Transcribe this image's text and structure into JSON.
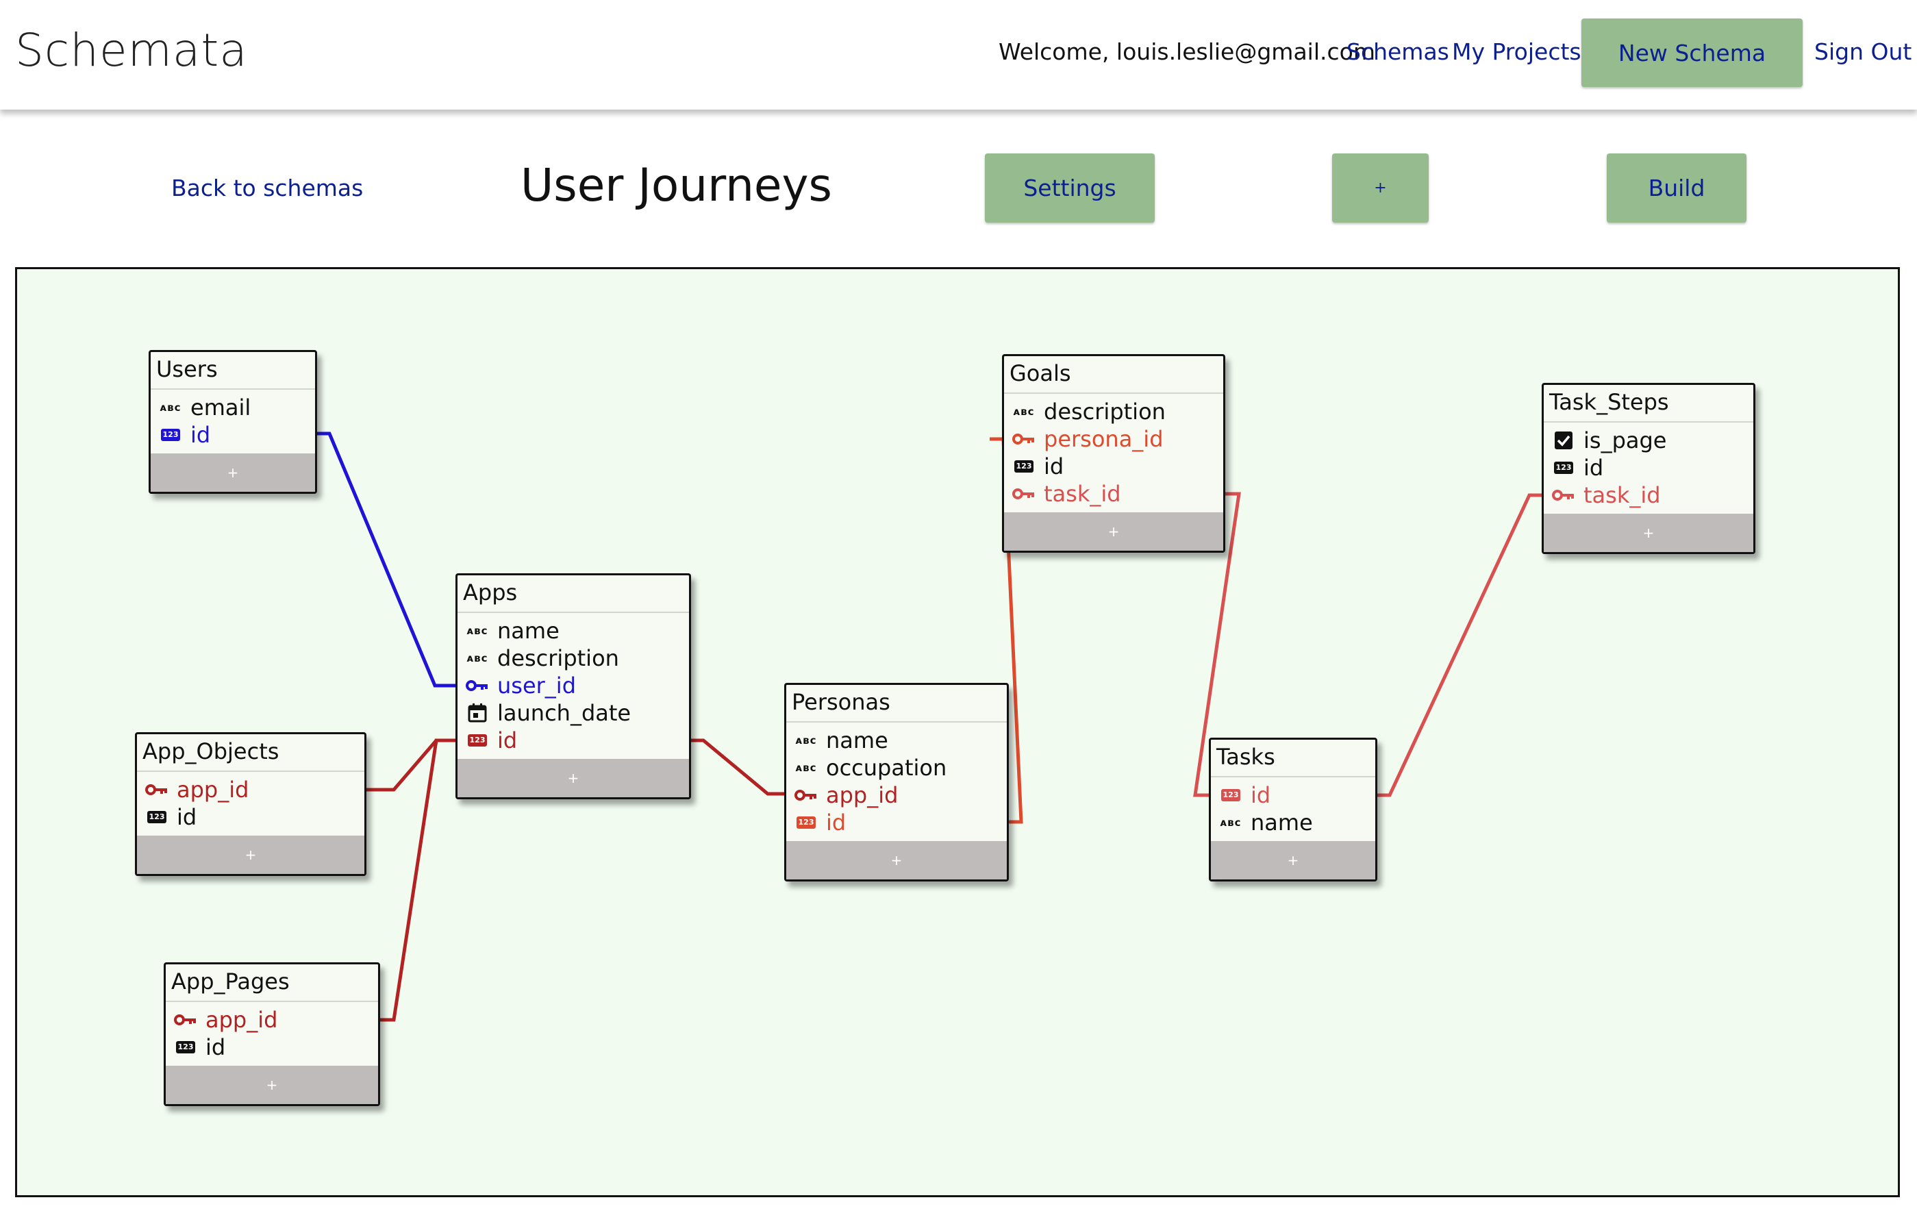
{
  "header": {
    "brand": "Schemata",
    "welcome": "Welcome, louis.leslie@gmail.com",
    "nav_schemas": "Schemas",
    "nav_projects": "My Projects",
    "new_schema": "New Schema",
    "sign_out": "Sign Out"
  },
  "toolbar": {
    "back": "Back to schemas",
    "title": "User Journeys",
    "settings": "Settings",
    "add": "+",
    "build": "Build"
  },
  "colors": {
    "button_bg": "#96bb8f",
    "link": "#0b1f8f",
    "canvas_bg": "#f1fbf0",
    "rel_users": "#1f14d6",
    "rel_apps": "#b22222",
    "rel_personas": "#de4a2d",
    "rel_tasks": "#d95050"
  },
  "tables": {
    "users": {
      "name": "Users",
      "add": "+",
      "fields": [
        {
          "icon": "abc-icon",
          "label": "email"
        },
        {
          "icon": "number-icon",
          "label": "id"
        }
      ]
    },
    "apps": {
      "name": "Apps",
      "add": "+",
      "fields": [
        {
          "icon": "abc-icon",
          "label": "name"
        },
        {
          "icon": "abc-icon",
          "label": "description"
        },
        {
          "icon": "key-icon",
          "label": "user_id"
        },
        {
          "icon": "calendar-icon",
          "label": "launch_date"
        },
        {
          "icon": "number-icon",
          "label": "id"
        }
      ]
    },
    "app_objects": {
      "name": "App_Objects",
      "add": "+",
      "fields": [
        {
          "icon": "key-icon",
          "label": "app_id"
        },
        {
          "icon": "number-icon",
          "label": "id"
        }
      ]
    },
    "app_pages": {
      "name": "App_Pages",
      "add": "+",
      "fields": [
        {
          "icon": "key-icon",
          "label": "app_id"
        },
        {
          "icon": "number-icon",
          "label": "id"
        }
      ]
    },
    "goals": {
      "name": "Goals",
      "add": "+",
      "fields": [
        {
          "icon": "abc-icon",
          "label": "description"
        },
        {
          "icon": "key-icon",
          "label": "persona_id"
        },
        {
          "icon": "number-icon",
          "label": "id"
        },
        {
          "icon": "key-icon",
          "label": "task_id"
        }
      ]
    },
    "personas": {
      "name": "Personas",
      "add": "+",
      "fields": [
        {
          "icon": "abc-icon",
          "label": "name"
        },
        {
          "icon": "abc-icon",
          "label": "occupation"
        },
        {
          "icon": "key-icon",
          "label": "app_id"
        },
        {
          "icon": "number-icon",
          "label": "id"
        }
      ]
    },
    "tasks": {
      "name": "Tasks",
      "add": "+",
      "fields": [
        {
          "icon": "number-icon",
          "label": "id"
        },
        {
          "icon": "abc-icon",
          "label": "name"
        }
      ]
    },
    "task_steps": {
      "name": "Task_Steps",
      "add": "+",
      "fields": [
        {
          "icon": "checkbox-icon",
          "label": "is_page"
        },
        {
          "icon": "number-icon",
          "label": "id"
        },
        {
          "icon": "key-icon",
          "label": "task_id"
        }
      ]
    }
  }
}
